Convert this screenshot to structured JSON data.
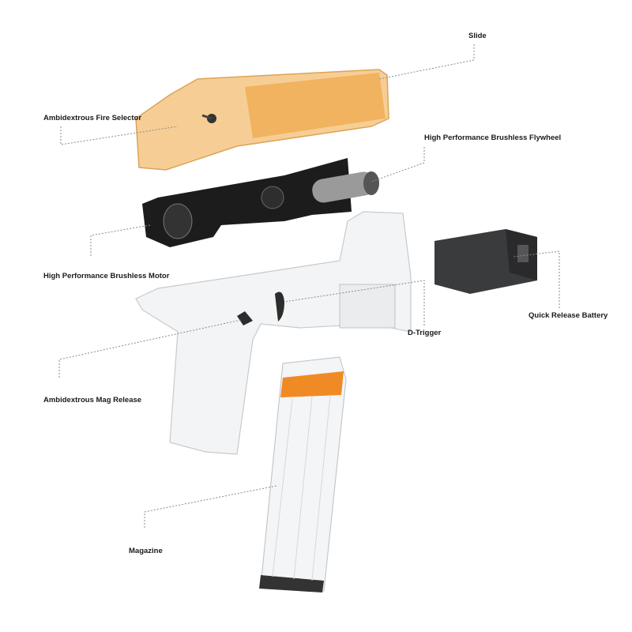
{
  "labels": {
    "slide": "Slide",
    "fire_selector": "Ambidextrous Fire Selector",
    "flywheel": "High Performance Brushless Flywheel",
    "motor": "High Performance Brushless Motor",
    "battery": "Quick Release Battery",
    "trigger": "D-Trigger",
    "mag_release": "Ambidextrous Mag Release",
    "magazine": "Magazine"
  },
  "colors": {
    "slide": "#f2b866",
    "magazine_top": "#f08a24",
    "mechanism": "#1c1c1c",
    "leader_line": "#8a8a8a"
  }
}
